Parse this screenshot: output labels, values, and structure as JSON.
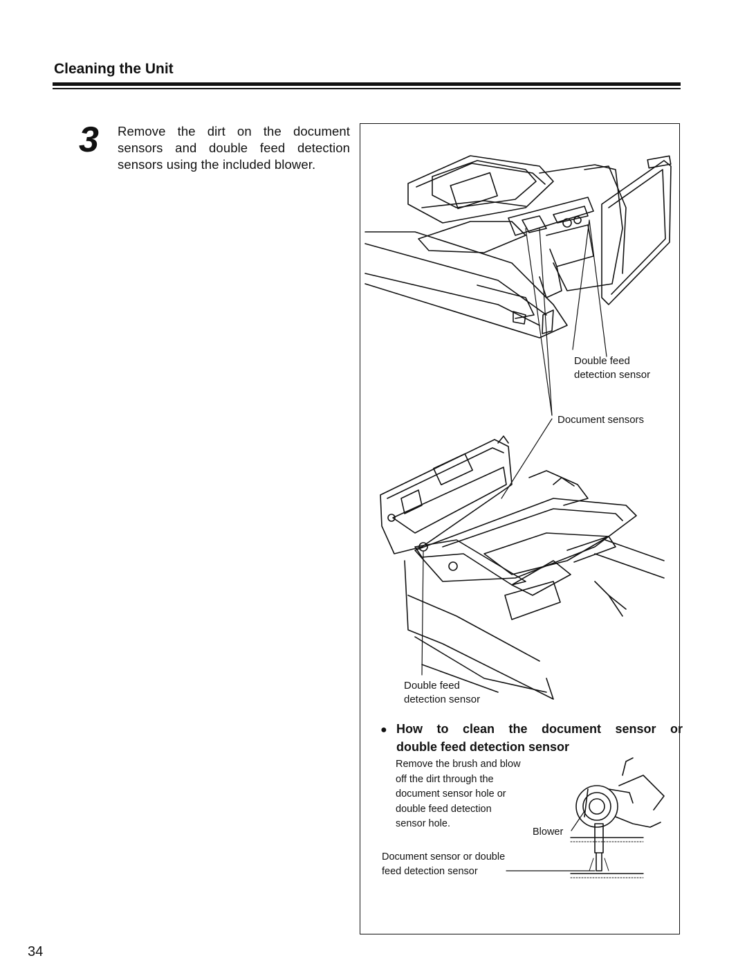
{
  "header": {
    "section_title": "Cleaning the Unit"
  },
  "step": {
    "number": "3",
    "text": "Remove the dirt on the document sensors and double feed detection sensors using the included blower."
  },
  "figure": {
    "label_double_feed_top_1": "Double feed",
    "label_double_feed_top_2": "detection sensor",
    "label_document_sensors": "Document sensors",
    "label_double_feed_bottom_1": "Double feed",
    "label_double_feed_bottom_2": "detection sensor"
  },
  "howto": {
    "bullet": "●",
    "title_line1": "How to clean the document sensor or",
    "title_line2": "double feed detection sensor",
    "body_lines": [
      "Remove the brush and blow",
      "off the dirt through the",
      "document sensor hole or",
      "double feed detection",
      "sensor hole."
    ],
    "blower_label": "Blower",
    "sensor_label_1": "Document sensor or double",
    "sensor_label_2": "feed detection sensor"
  },
  "footer": {
    "page_number": "34"
  }
}
